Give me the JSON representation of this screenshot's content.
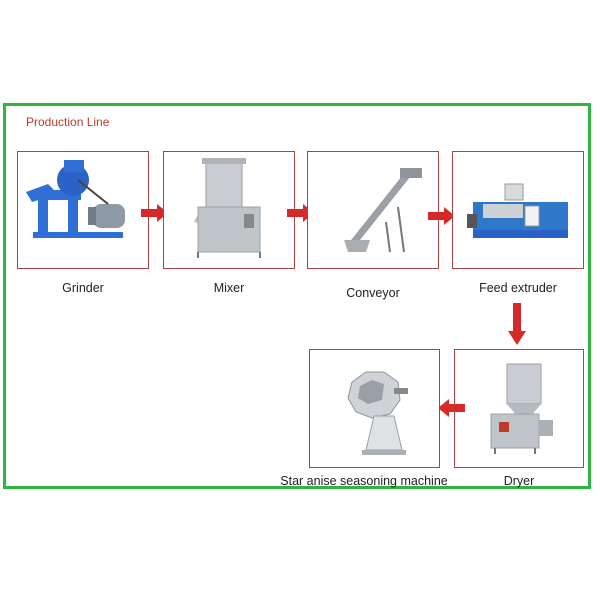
{
  "diagram": {
    "title": "Production Line",
    "steps": [
      {
        "label": "Grinder",
        "icon": "grinder-machine-icon"
      },
      {
        "label": "Mixer",
        "icon": "mixer-machine-icon"
      },
      {
        "label": "Conveyor",
        "icon": "screw-conveyor-icon"
      },
      {
        "label": "Feed extruder",
        "icon": "feed-extruder-icon"
      },
      {
        "label": "Dryer",
        "icon": "dryer-machine-icon"
      },
      {
        "label": "Star anise seasoning machine",
        "icon": "seasoning-drum-icon"
      }
    ],
    "colors": {
      "frame": "#2db83d",
      "box_border": "#a94442",
      "arrow": "#d62a2a",
      "title": "#c0392b"
    }
  }
}
